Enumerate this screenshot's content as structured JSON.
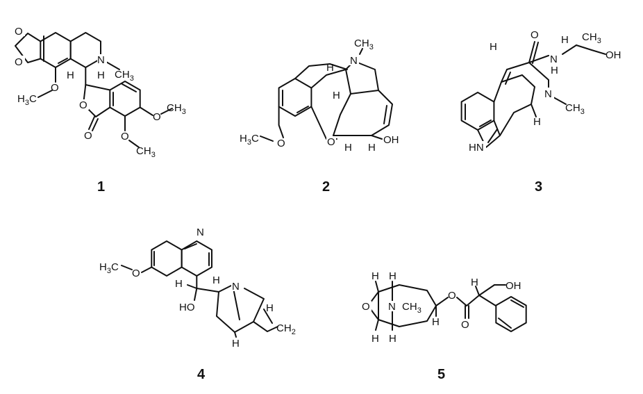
{
  "figure": {
    "compounds": [
      {
        "number": "1",
        "labels": [
          "O",
          "O",
          "N",
          "CH3",
          "H",
          "H",
          "H3C",
          "O",
          "O",
          "O",
          "O",
          "CH3",
          "O",
          "CH3"
        ]
      },
      {
        "number": "2",
        "labels": [
          "CH3",
          "N",
          "H",
          "H",
          "H3C",
          "O",
          "O",
          "H",
          "H",
          "OH"
        ]
      },
      {
        "number": "3",
        "labels": [
          "O",
          "H",
          "H",
          "CH3",
          "N",
          "H",
          "OH",
          "N",
          "CH3",
          "H",
          "HN"
        ]
      },
      {
        "number": "4",
        "labels": [
          "N",
          "H3C",
          "O",
          "H",
          "H",
          "N",
          "HO",
          "H",
          "CH2",
          "H"
        ]
      },
      {
        "number": "5",
        "labels": [
          "H",
          "H",
          "O",
          "N",
          "CH3",
          "O",
          "H",
          "O",
          "H",
          "OH",
          "H",
          "H"
        ]
      }
    ]
  }
}
